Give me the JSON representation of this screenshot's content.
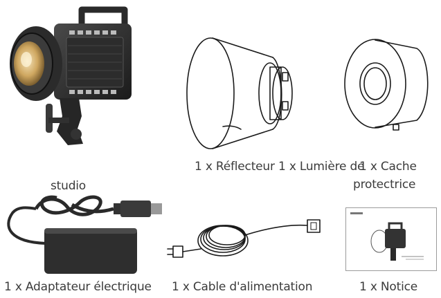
{
  "captions": {
    "reflector": "1 x Réflecteur",
    "light": "1 x Lumière de",
    "cap": "1 x Cache",
    "cap_line2": "protectrice",
    "light_line2": "studio",
    "adapter": "1 x Adaptateur électrique",
    "cable": "1 x Cable d'alimentation",
    "manual": "1 x Notice"
  }
}
